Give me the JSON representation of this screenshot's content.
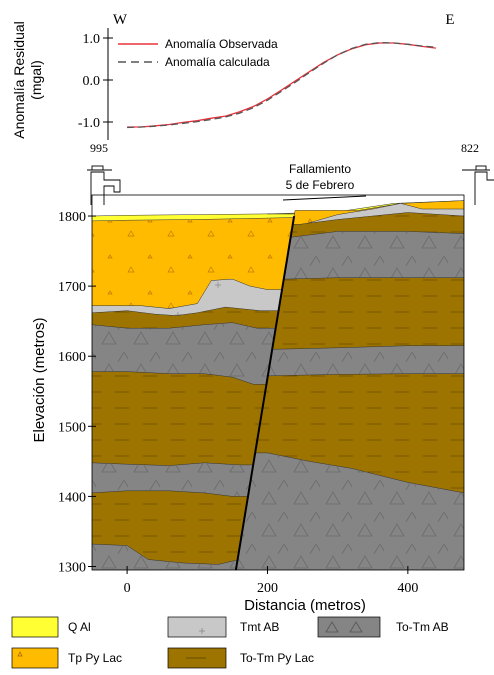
{
  "chart_data": [
    {
      "type": "line",
      "ylabel_line1": "Anomalía Residual",
      "ylabel_line2": "(mgal)",
      "y_ticks": [
        "1.0",
        "0.0",
        "-1.0"
      ],
      "ylim": [
        -1.25,
        1.25
      ],
      "xlim": [
        -50,
        480
      ],
      "direction_left": "W",
      "direction_right": "E",
      "series": [
        {
          "name": "Anomalía Observada",
          "color": "#e8323c",
          "dash": "solid",
          "x": [
            0,
            20,
            40,
            60,
            80,
            100,
            120,
            140,
            160,
            180,
            200,
            220,
            240,
            260,
            280,
            300,
            320,
            340,
            360,
            380,
            400,
            420,
            440
          ],
          "y": [
            -1.12,
            -1.12,
            -1.09,
            -1.06,
            -1.01,
            -0.97,
            -0.91,
            -0.86,
            -0.76,
            -0.63,
            -0.45,
            -0.24,
            -0.02,
            0.2,
            0.42,
            0.6,
            0.74,
            0.84,
            0.88,
            0.88,
            0.85,
            0.8,
            0.76
          ]
        },
        {
          "name": "Anomalía calculada",
          "color": "#555555",
          "dash": "dashed",
          "x": [
            0,
            20,
            40,
            60,
            80,
            100,
            120,
            140,
            160,
            180,
            200,
            220,
            240,
            260,
            280,
            300,
            320,
            340,
            360,
            380,
            400,
            420,
            440
          ],
          "y": [
            -1.13,
            -1.12,
            -1.1,
            -1.07,
            -1.03,
            -0.99,
            -0.94,
            -0.88,
            -0.79,
            -0.66,
            -0.48,
            -0.27,
            -0.05,
            0.18,
            0.4,
            0.6,
            0.75,
            0.85,
            0.89,
            0.88,
            0.85,
            0.81,
            0.78
          ]
        }
      ]
    },
    {
      "type": "area",
      "ylabel": "Elevación (metros)",
      "xlabel": "Distancia (metros)",
      "x_ticks": [
        "0",
        "200",
        "400"
      ],
      "x_tick_values": [
        0,
        200,
        400
      ],
      "y_ticks": [
        "1800",
        "1700",
        "1600",
        "1500",
        "1400",
        "1300"
      ],
      "y_tick_values": [
        1800,
        1700,
        1600,
        1500,
        1400,
        1300
      ],
      "xlim": [
        -50,
        480
      ],
      "ylim": [
        1295,
        1830
      ],
      "well_left": "995",
      "well_right": "822",
      "fault_label_line1": "Fallamiento",
      "fault_label_line2": "5 de Febrero",
      "fault_line": {
        "x_top": 238,
        "y_top": 1800,
        "x_bottom": 155,
        "y_bottom": 1295
      },
      "left_block_layers": [
        {
          "unit": "Q Al",
          "top": [
            [
              -50,
              1800
            ],
            [
              0,
              1801
            ],
            [
              100,
              1802
            ],
            [
              200,
              1803
            ],
            [
              245,
              1803
            ]
          ]
        },
        {
          "unit": "Tp Py Lac",
          "top": [
            [
              -50,
              1793
            ],
            [
              0,
              1794
            ],
            [
              100,
              1795
            ],
            [
              200,
              1797
            ],
            [
              245,
              1798
            ]
          ]
        },
        {
          "unit": "Tmt AB",
          "top": [
            [
              -50,
              1672
            ],
            [
              20,
              1672
            ],
            [
              60,
              1668
            ],
            [
              100,
              1675
            ],
            [
              120,
              1708
            ],
            [
              150,
              1710
            ],
            [
              175,
              1700
            ],
            [
              200,
              1695
            ]
          ]
        },
        {
          "unit": "To-Tm Py Lac",
          "top": [
            [
              -50,
              1662
            ],
            [
              0,
              1665
            ],
            [
              40,
              1660
            ],
            [
              70,
              1658
            ],
            [
              100,
              1662
            ],
            [
              140,
              1670
            ],
            [
              190,
              1665
            ]
          ]
        },
        {
          "unit": "To-Tm AB",
          "top": [
            [
              -50,
              1645
            ],
            [
              0,
              1640
            ],
            [
              60,
              1640
            ],
            [
              110,
              1645
            ],
            [
              150,
              1648
            ],
            [
              185,
              1640
            ]
          ]
        },
        {
          "unit": "To-Tm Py Lac",
          "top": [
            [
              -50,
              1578
            ],
            [
              0,
              1578
            ],
            [
              60,
              1575
            ],
            [
              110,
              1575
            ],
            [
              150,
              1570
            ],
            [
              180,
              1560
            ]
          ]
        },
        {
          "unit": "To-Tm AB",
          "top": [
            [
              -50,
              1448
            ],
            [
              0,
              1446
            ],
            [
              60,
              1444
            ],
            [
              110,
              1448
            ],
            [
              160,
              1445
            ]
          ]
        },
        {
          "unit": "To-Tm Py Lac",
          "top": [
            [
              -50,
              1405
            ],
            [
              0,
              1408
            ],
            [
              60,
              1408
            ],
            [
              110,
              1405
            ],
            [
              150,
              1400
            ]
          ]
        },
        {
          "unit": "To-Tm AB",
          "top": [
            [
              -50,
              1332
            ],
            [
              0,
              1330
            ],
            [
              30,
              1310
            ],
            [
              80,
              1305
            ],
            [
              130,
              1303
            ],
            [
              160,
              1310
            ]
          ]
        }
      ],
      "right_block_layers": [
        {
          "unit": "Q Al",
          "top": [
            [
              200,
              1803
            ],
            [
              300,
              1806
            ],
            [
              380,
              1818
            ],
            [
              480,
              1822
            ]
          ]
        },
        {
          "unit": "Tp Py Lac",
          "top": [
            [
              330,
              1808
            ],
            [
              390,
              1818
            ],
            [
              480,
              1822
            ]
          ]
        },
        {
          "unit": "Tmt AB",
          "top": [
            [
              245,
              1786
            ],
            [
              300,
              1802
            ],
            [
              350,
              1810
            ],
            [
              390,
              1818
            ],
            [
              420,
              1810
            ]
          ]
        },
        {
          "unit": "To-Tm Py Lac",
          "top": [
            [
              245,
              1788
            ],
            [
              300,
              1795
            ],
            [
              350,
              1800
            ],
            [
              400,
              1805
            ],
            [
              480,
              1800
            ]
          ]
        },
        {
          "unit": "To-Tm AB",
          "top": [
            [
              235,
              1770
            ],
            [
              300,
              1778
            ],
            [
              400,
              1778
            ],
            [
              480,
              1775
            ]
          ]
        },
        {
          "unit": "To-Tm Py Lac",
          "top": [
            [
              225,
              1710
            ],
            [
              300,
              1712
            ],
            [
              400,
              1712
            ],
            [
              480,
              1712
            ]
          ]
        },
        {
          "unit": "To-Tm AB",
          "top": [
            [
              215,
              1610
            ],
            [
              300,
              1612
            ],
            [
              400,
              1615
            ],
            [
              480,
              1615
            ]
          ]
        },
        {
          "unit": "To-Tm Py Lac",
          "top": [
            [
              205,
              1572
            ],
            [
              300,
              1574
            ],
            [
              400,
              1575
            ],
            [
              480,
              1575
            ]
          ]
        },
        {
          "unit": "To-Tm AB",
          "top": [
            [
              200,
              1462
            ],
            [
              260,
              1450
            ],
            [
              320,
              1440
            ],
            [
              400,
              1420
            ],
            [
              480,
              1405
            ]
          ]
        }
      ]
    }
  ],
  "legend": [
    {
      "label": "Q Al",
      "color": "#ffff33",
      "pattern": "none"
    },
    {
      "label": "Tmt AB",
      "color": "#c8c8c8",
      "pattern": "cross"
    },
    {
      "label": "To-Tm AB",
      "color": "#858585",
      "pattern": "triangles"
    },
    {
      "label": "Tp Py Lac",
      "color": "#ffbb00",
      "pattern": "triangles-small"
    },
    {
      "label": "To-Tm Py Lac",
      "color": "#9e7400",
      "pattern": "dashes"
    }
  ]
}
